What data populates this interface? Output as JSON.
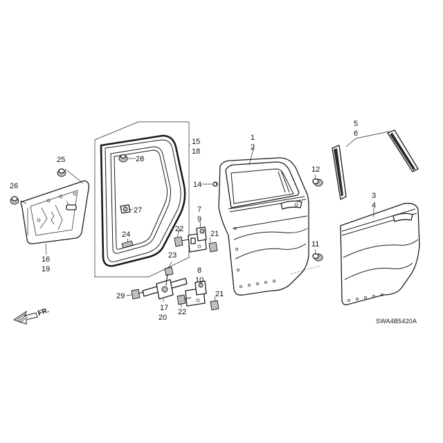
{
  "diagram_code": "SWA4B5420A",
  "front_marker": "FR.",
  "callouts": {
    "c1": "1",
    "c2": "2",
    "c3": "3",
    "c4": "4",
    "c5": "5",
    "c6": "6",
    "c7": "7",
    "c8": "8",
    "c9": "9",
    "c10": "10",
    "c11": "11",
    "c12": "12",
    "c14": "14",
    "c15": "15",
    "c16": "16",
    "c17": "17",
    "c18": "18",
    "c19": "19",
    "c20": "20",
    "c21a": "21",
    "c21b": "21",
    "c22a": "22",
    "c22b": "22",
    "c23": "23",
    "c24": "24",
    "c25": "25",
    "c26": "26",
    "c27": "27",
    "c28": "28",
    "c29": "29"
  }
}
